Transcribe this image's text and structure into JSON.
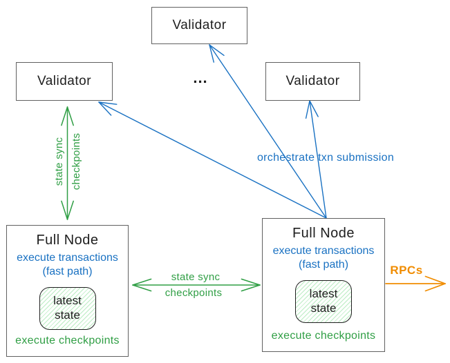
{
  "colors": {
    "blue": "#1971c2",
    "green": "#2f9e44",
    "orange": "#f08c00",
    "ink": "#1e1e1e",
    "box_border": "#606060",
    "state_hatch": "#bcecc4"
  },
  "validator_top": {
    "label": "Validator"
  },
  "validator_left": {
    "label": "Validator"
  },
  "validator_right": {
    "label": "Validator"
  },
  "ellipsis": "...",
  "full_node_left": {
    "title": "Full Node",
    "execute_transactions": "execute transactions",
    "fast_path": "(fast path)",
    "latest_state_line1": "latest",
    "latest_state_line2": "state",
    "execute_checkpoints": "execute checkpoints"
  },
  "full_node_right": {
    "title": "Full Node",
    "execute_transactions": "execute transactions",
    "fast_path": "(fast path)",
    "latest_state_line1": "latest",
    "latest_state_line2": "state",
    "execute_checkpoints": "execute checkpoints"
  },
  "edge_labels": {
    "state_sync_vertical_line1": "state sync",
    "state_sync_vertical_line2": "checkpoints",
    "state_sync_horizontal_line1": "state sync",
    "state_sync_horizontal_line2": "checkpoints",
    "orchestrate": "orchestrate txn submission",
    "rpcs": "RPCs"
  }
}
